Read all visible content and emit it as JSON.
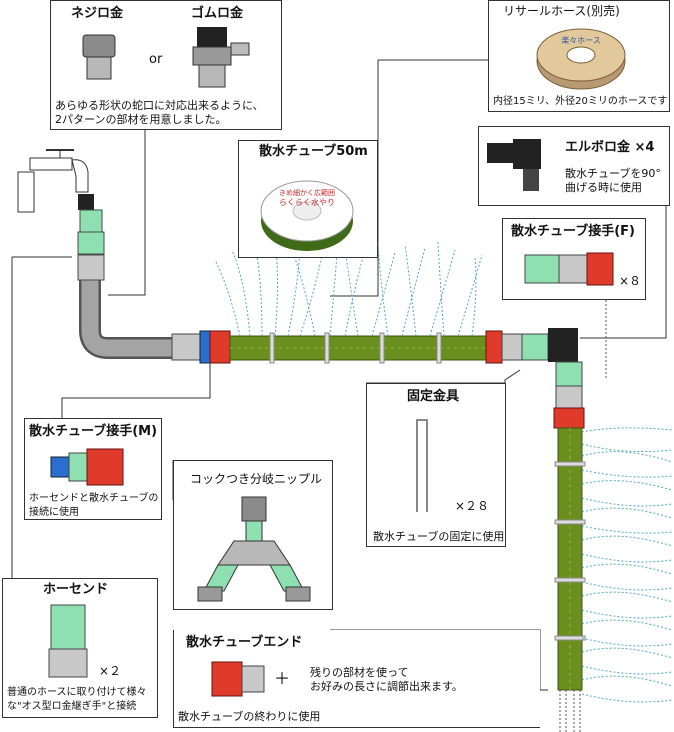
{
  "nejiro": {
    "title_left": "ネジロ金",
    "title_right": "ゴムロ金",
    "or": "or",
    "desc_line1": "あらゆる形状の蛇口に対応出来るように、",
    "desc_line2": "2パターンの部材を用意しました。"
  },
  "reel_50m": {
    "title": "散水チューブ50m",
    "reel_text1": "きめ細かく広範囲",
    "reel_text2": "らくらく水やり"
  },
  "hose_sold_separately": {
    "title": "リサールホース(別売)",
    "reel_text1": "楽々ホース",
    "desc": "内径15ミリ、外径20ミリのホースです"
  },
  "elbow": {
    "title": "エルボロ金 ×4",
    "desc_line1": "散水チューブを90°",
    "desc_line2": "曲げる時に使用"
  },
  "joint_f": {
    "title": "散水チューブ接手(F)",
    "count": "×８"
  },
  "joint_m": {
    "title": "散水チューブ接手(M)",
    "desc_line1": "ホーセンドと散水チューブの",
    "desc_line2": "接続に使用"
  },
  "fixing": {
    "title": "固定金具",
    "count": "×２８",
    "desc": "散水チューブの固定に使用"
  },
  "branch": {
    "title": "コックつき分岐ニップル"
  },
  "hose_end": {
    "title": "ホーセンド",
    "count": "×２",
    "desc_line1": "普通のホースに取り付けて様々",
    "desc_line2": "な\"オス型ロ金継ぎ手\"と接続"
  },
  "tube_end": {
    "title": "散水チューブエンド",
    "plus": "＋",
    "desc_line1": "残りの部材を使って",
    "desc_line2": "お好みの長さに調節出来ます。",
    "footer": "散水チューブの終わりに使用"
  },
  "colors": {
    "tube_green": "#6a8f1e",
    "fitting_red": "#e03a2a",
    "fitting_blue": "#2a6fd0",
    "fitting_mint": "#8fe0b0",
    "spray": "#4fa7c9",
    "hose_gray": "#8f8f8f"
  }
}
